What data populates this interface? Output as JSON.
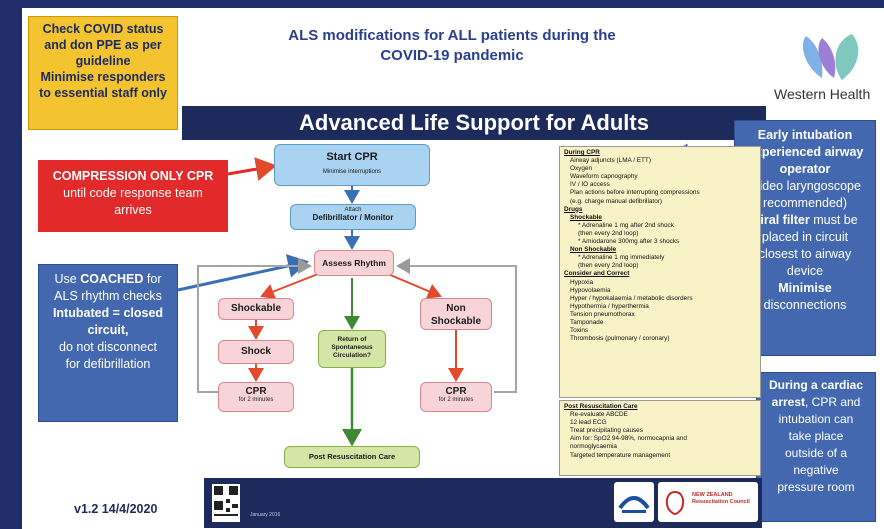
{
  "header": {
    "title_line1": "ALS modifications for ALL patients during the",
    "title_line2": "COVID-19 pandemic",
    "band_title": "Advanced Life Support for Adults",
    "logo_text": "Western Health"
  },
  "notes": {
    "top_left": [
      "Check COVID status",
      "and don PPE as per",
      "guideline",
      "Minimise responders",
      "to essential staff only"
    ],
    "compression": {
      "bold": "COMPRESSION ONLY CPR",
      "rest": [
        "until code response team",
        "arrives"
      ]
    },
    "left_panel": {
      "line1": "Use ",
      "line1_bold": "COACHED",
      "line1_end": " for",
      "line2": "ALS rhythm checks",
      "line3_bold": "Intubated = closed",
      "line4_bold": "circuit,",
      "line5": "do not disconnect",
      "line6": "for defibrillation"
    },
    "right_panel": {
      "l1": "Early intubation",
      "l2": "Experienced airway",
      "l3": "operator",
      "l4": "(video laryngoscope",
      "l5": "recommended)",
      "l6_bold": "Viral filter",
      "l6_rest": " must be",
      "l7": "placed in circuit",
      "l8": "closest to airway",
      "l9": "device",
      "l10": "Minimise",
      "l11": "disconnections"
    },
    "right_bottom": {
      "l1": "During a cardiac",
      "l2_bold": "arrest",
      "l2_rest": ", CPR and",
      "l3": "intubation can",
      "l4": "take place",
      "l5": "outside of a",
      "l6": "negative",
      "l7": "pressure room"
    }
  },
  "flow": {
    "start": "Start CPR",
    "start_sub": "Minimise interruptions",
    "attach_small": "Attach",
    "attach": "Defibrillator / Monitor",
    "assess": "Assess Rhythm",
    "shockable": "Shockable",
    "non1": "Non",
    "non2": "Shockable",
    "shock": "Shock",
    "cpr_left": "CPR",
    "cpr_left_sub": "for 2 minutes",
    "rosc1": "Return of",
    "rosc2": "Spontaneous",
    "rosc3": "Circulation?",
    "cpr_right": "CPR",
    "cpr_right_sub": "for 2 minutes",
    "post": "Post Resuscitation Care"
  },
  "during_cpr": {
    "heading": "During CPR",
    "items": [
      "Airway adjuncts (LMA / ETT)",
      "Oxygen",
      "Waveform capnography",
      "IV / IO access",
      "Plan actions before interrupting compressions",
      "(e.g. charge manual defibrillator)"
    ],
    "drugs_heading": "Drugs",
    "shockable_heading": "Shockable",
    "shockable_items": [
      "* Adrenaline 1 mg after 2nd shock",
      "(then every 2nd loop)",
      "* Amiodarone 300mg after 3 shocks"
    ],
    "nonshock_heading": "Non Shockable",
    "nonshock_items": [
      "* Adrenaline 1 mg immediately",
      "(then every 2nd loop)"
    ],
    "consider_heading": "Consider and Correct",
    "consider_items": [
      "Hypoxia",
      "Hypovolaemia",
      "Hyper / hypokalaemia / metabolic disorders",
      "Hypothermia / hyperthermia",
      "Tension pneumothorax",
      "Tamponade",
      "Toxins",
      "Thrombosis (pulmonary / coronary)"
    ]
  },
  "post_care": {
    "heading": "Post Resuscitation Care",
    "items": [
      "Re-evaluate ABCDE",
      "12 lead ECG",
      "Treat precipitating causes",
      "Aim for: SpO2 94-98%, normocapnia and",
      "normoglycaemia",
      "Targeted temperature management"
    ]
  },
  "footer": {
    "version": "v1.2 14/4/2020",
    "date_small": "January 2016",
    "nzrc": "NEW ZEALAND Resuscitation Council"
  },
  "colors": {
    "navy": "#1c2a5c",
    "yellow": "#f4c430",
    "red": "#e32a2a",
    "panel_blue": "#4468b0",
    "flow_blue": "#a9d3f0",
    "flow_pink": "#f7d4d8",
    "flow_green": "#d4e6a5"
  }
}
